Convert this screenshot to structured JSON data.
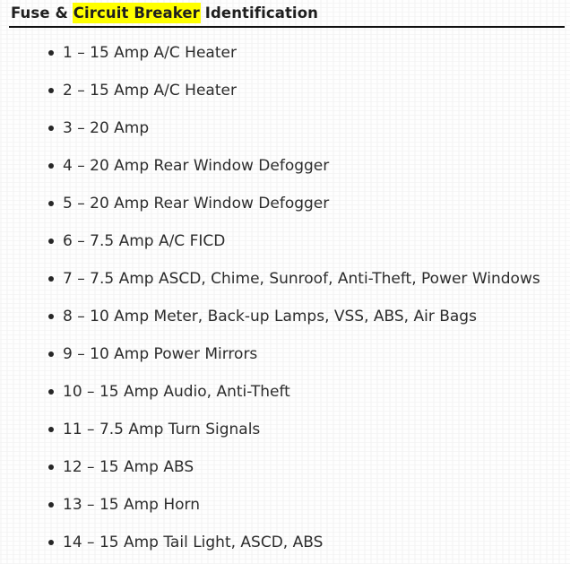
{
  "header": {
    "title_segments": [
      {
        "text": "Fuse & ",
        "highlight": false
      },
      {
        "text": "Circuit Breaker",
        "highlight": true
      },
      {
        "text": " Identification",
        "highlight": false
      }
    ],
    "title_plain": "Fuse & Circuit Breaker Identification",
    "highlight_color": "#ffff00",
    "rule_color": "#111111"
  },
  "fuse_list": {
    "items": [
      {
        "label": "1 – 15 Amp A/C Heater"
      },
      {
        "label": "2 – 15 Amp A/C Heater"
      },
      {
        "label": "3 – 20 Amp"
      },
      {
        "label": "4 – 20 Amp Rear Window Defogger"
      },
      {
        "label": "5 – 20 Amp Rear Window Defogger"
      },
      {
        "label": "6 – 7.5 Amp A/C FICD"
      },
      {
        "label": "7 – 7.5 Amp ASCD, Chime, Sunroof, Anti-Theft, Power Windows"
      },
      {
        "label": "8 – 10 Amp Meter, Back-up Lamps, VSS, ABS, Air Bags"
      },
      {
        "label": "9 – 10 Amp Power Mirrors"
      },
      {
        "label": "10 – 15 Amp Audio, Anti-Theft"
      },
      {
        "label": "11 – 7.5 Amp Turn Signals"
      },
      {
        "label": "12 – 15 Amp ABS"
      },
      {
        "label": "13 – 15 Amp Horn"
      },
      {
        "label": "14 – 15 Amp Tail Light, ASCD, ABS"
      }
    ]
  },
  "colors": {
    "text": "#2c2c2c",
    "title_text": "#1f1f1f",
    "background": "#fefefe"
  }
}
